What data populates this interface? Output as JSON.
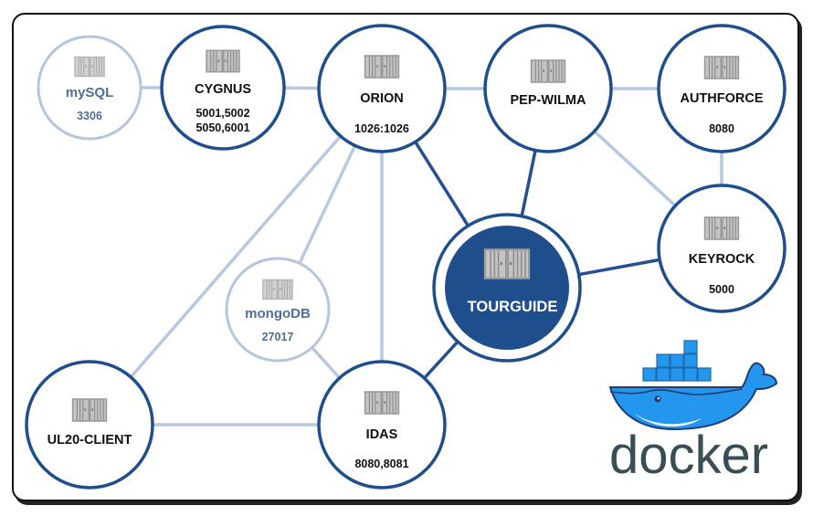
{
  "diagram": {
    "nodes": {
      "mysql": {
        "name": "mySQL",
        "port": "3306",
        "style": "faded"
      },
      "cygnus": {
        "name": "CYGNUS",
        "port_lines": [
          "5001,5002",
          "5050,6001"
        ],
        "style": "normal"
      },
      "orion": {
        "name": "ORION",
        "port": "1026:1026",
        "style": "normal"
      },
      "pep_wilma": {
        "name": "PEP-WILMA",
        "port": "",
        "style": "normal"
      },
      "authforce": {
        "name": "AUTHFORCE",
        "port": "8080",
        "style": "normal"
      },
      "keyrock": {
        "name": "KEYROCK",
        "port": "5000",
        "style": "normal"
      },
      "tourguide": {
        "name": "TOURGUIDE",
        "style": "highlight"
      },
      "mongodb": {
        "name": "mongoDB",
        "port": "27017",
        "style": "faded"
      },
      "ul20_client": {
        "name": "UL20-CLIENT",
        "port": "",
        "style": "normal"
      },
      "idas": {
        "name": "IDAS",
        "port": "8080,8081",
        "style": "normal"
      }
    },
    "edges_strong": [
      [
        "orion",
        "tourguide"
      ],
      [
        "pep_wilma",
        "tourguide"
      ],
      [
        "keyrock",
        "tourguide"
      ],
      [
        "idas",
        "tourguide"
      ]
    ],
    "edges_light": [
      [
        "mysql",
        "cygnus"
      ],
      [
        "cygnus",
        "orion"
      ],
      [
        "orion",
        "pep_wilma"
      ],
      [
        "pep_wilma",
        "authforce"
      ],
      [
        "pep_wilma",
        "keyrock"
      ],
      [
        "authforce",
        "keyrock"
      ],
      [
        "orion",
        "mongodb"
      ],
      [
        "orion",
        "idas"
      ],
      [
        "orion",
        "ul20_client"
      ],
      [
        "mongodb",
        "idas"
      ],
      [
        "ul20_client",
        "idas"
      ]
    ]
  },
  "logo": {
    "wordmark": "docker"
  },
  "colors": {
    "node_border": "#1f4e8c",
    "faded_border": "#b5c6dc",
    "edge_strong": "#24508f",
    "edge_light": "#b7c9e0",
    "highlight_fill": "#1f4e8c",
    "faded_text": "#4f6f95",
    "container_icon": "#8c8c8c",
    "docker_blue": "#2496ed",
    "docker_dark": "#394d54"
  }
}
